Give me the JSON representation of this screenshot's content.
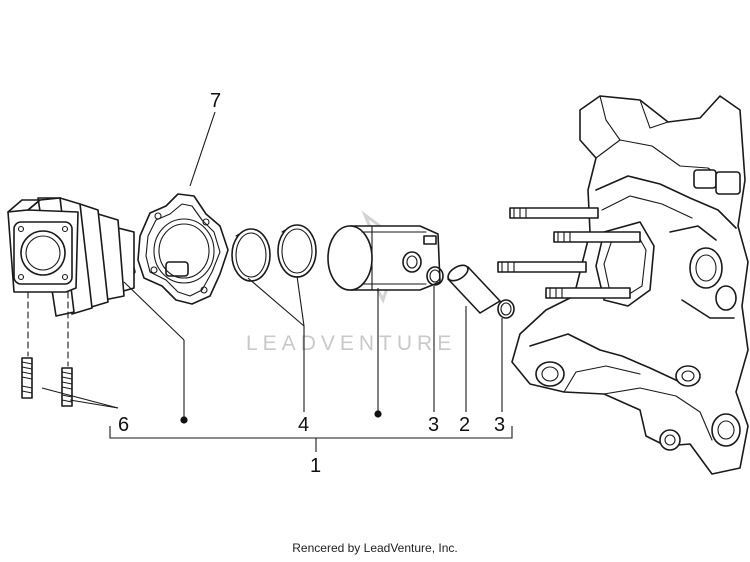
{
  "watermark": {
    "text": "LEADVENTURE"
  },
  "callouts": {
    "c1": "1",
    "c2": "2",
    "c3a": "3",
    "c3b": "3",
    "c4": "4",
    "c6": "6",
    "c7": "7"
  },
  "footer": {
    "credit": "Rencered by LeadVenture, Inc."
  }
}
